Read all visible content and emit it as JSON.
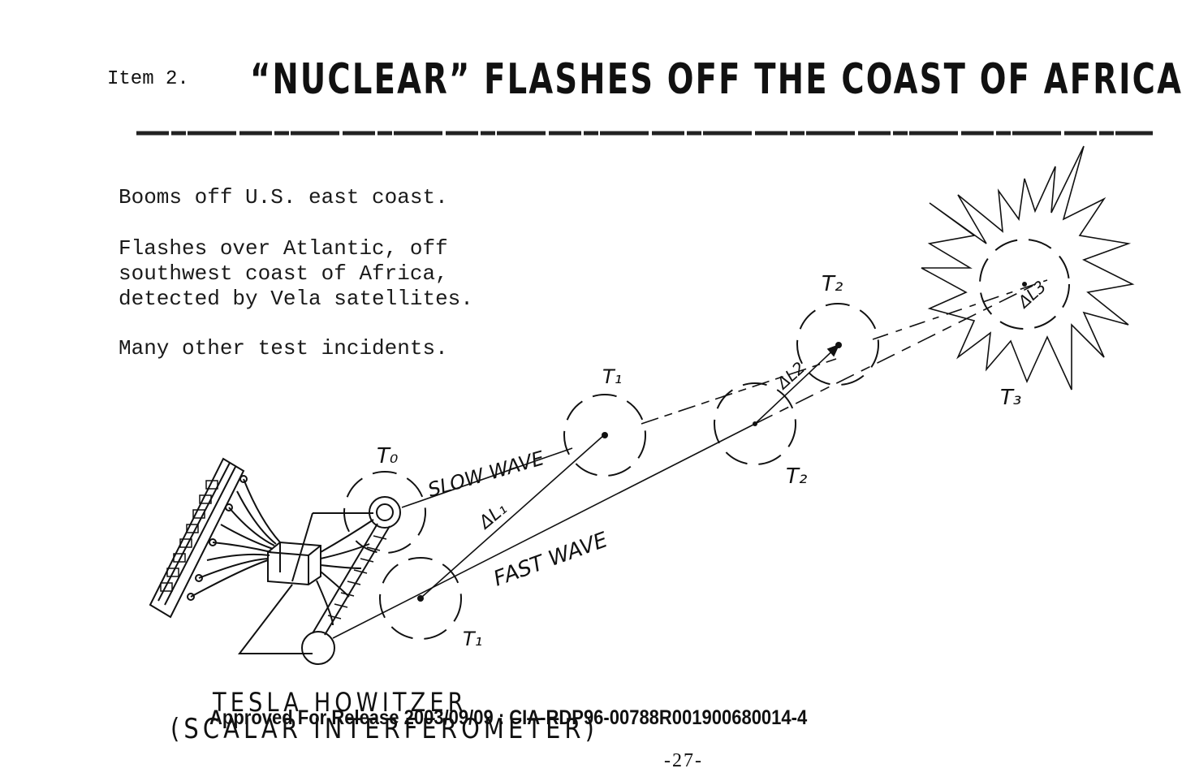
{
  "header": {
    "item_label": "Item 2.",
    "title": "“NUCLEAR” FLASHES OFF THE COAST OF  AFRICA"
  },
  "bullets": [
    "Booms off U.S. east coast.",
    "Flashes over Atlantic, off\nsouthwest coast of Africa,\ndetected by Vela satellites.",
    "Many other test incidents."
  ],
  "diagram": {
    "labels": {
      "t0": "T₀",
      "t1_top": "T₁",
      "t1_bottom": "T₁",
      "t2_top": "T₂",
      "t2_bottom": "T₂",
      "t3": "T₃",
      "slow_wave": "SLOW WAVE",
      "fast_wave": "FAST WAVE",
      "delta_l1": "ΔL₁",
      "delta_l2": "ΔL2",
      "delta_l3": "ΔL3"
    }
  },
  "caption": {
    "line1": "TESLA HOWITZER",
    "line2": "(SCALAR INTERFEROMETER)"
  },
  "footer": {
    "approved": "Approved For Release 2003/09/09 : CIA-RDP96-00788R001900680014-4",
    "page_number": "-27-"
  }
}
